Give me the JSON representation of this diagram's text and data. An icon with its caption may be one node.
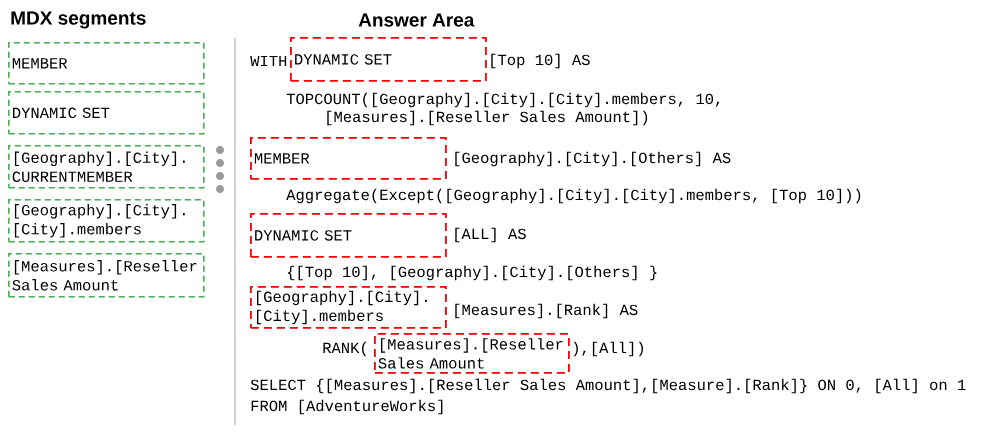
{
  "diagram": {
    "nodes": [
      {
        "text": [
          "MEMBER"
        ]
      },
      {
        "text": [
          "DYNAMIC SET"
        ]
      },
      {
        "text": [
          "[Geography].[City]. CURRENTMEMBER"
        ]
      },
      {
        "text": [
          "[Geography].[City]. [City].members"
        ]
      },
      {
        "text": [
          "[Measures].[Reseller Sales Amount"
        ]
      },
      {
        "text": [
          "DYNAMIC SET"
        ]
      },
      {
        "text": [
          "MEMBER"
        ]
      },
      {
        "text": [
          "DYNAMIC SET"
        ]
      },
      {
        "text": [
          "[Geography].[City]. [City].members"
        ]
      },
      {
        "text": [
          "[Measures].[Reseller Sales Amount"
        ]
      }
    ],
    "labels": [
      "MDX segments",
      "Answer Area",
      "WITH",
      "[Top 10] AS",
      "TOPCOUNT([Geography].[City].[City].members, 10,",
      "[Measures].[Reseller Sales Amount])",
      "[Geography].[City].[Others] AS",
      "Aggregate(Except([Geography].[City].[City].members, [Top 10]))",
      "[ALL] AS",
      "{[Top 10], [Geography].[City].[Others] }",
      "[Measures].[Rank] AS",
      "RANK(",
      "),[All])",
      "SELECT {[Measures].[Reseller Sales Amount],[Measure].[Rank]} ON 0, [All] on 1",
      "FROM [AdventureWorks]"
    ]
  }
}
